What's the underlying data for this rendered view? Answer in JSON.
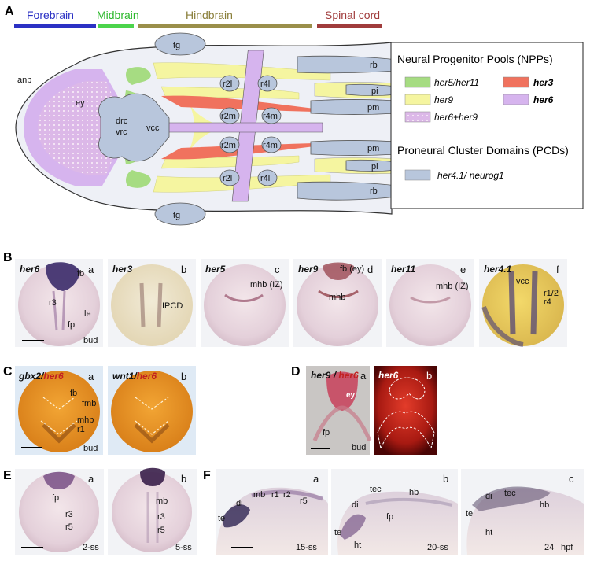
{
  "panel_A": {
    "letter": "A",
    "regions": [
      {
        "label": "Forebrain",
        "color": "#2b31c4"
      },
      {
        "label": "Midbrain",
        "color": "#4cd44c"
      },
      {
        "label": "Hindbrain",
        "color": "#9a8f4a"
      },
      {
        "label": "Spinal cord",
        "color": "#a03c3c"
      }
    ],
    "labels": {
      "anb": "anb",
      "ey": "ey",
      "drc": "drc",
      "vrc": "vrc",
      "vcc": "vcc",
      "tg": "tg",
      "r2l": "r2l",
      "r4l": "r4l",
      "r2m": "r2m",
      "r4m": "r4m",
      "rb": "rb",
      "pi": "pi",
      "pm": "pm"
    },
    "legend": {
      "npp_title": "Neural Progenitor Pools (NPPs)",
      "npp_items": [
        {
          "label": "her5/her11",
          "color": "#a6dc82"
        },
        {
          "label": "her3",
          "color": "#f0725e"
        },
        {
          "label": "her9",
          "color": "#f5f5a0"
        },
        {
          "label": "her6",
          "color": "#d6b4ee"
        },
        {
          "label": "her6+her9",
          "color": "#e8cde8"
        }
      ],
      "pcd_title": "Proneural Cluster Domains (PCDs)",
      "pcd_items": [
        {
          "label": "her4.1/ neurog1",
          "color": "#b8c6dc"
        }
      ]
    }
  },
  "panel_B": {
    "letter": "B",
    "subpanels": [
      {
        "gene": "her6",
        "sub": "a",
        "annots": [
          "fb",
          "r3",
          "le",
          "fp",
          "bud"
        ]
      },
      {
        "gene": "her3",
        "sub": "b",
        "annots": [
          "IPCD"
        ]
      },
      {
        "gene": "her5",
        "sub": "c",
        "annots": [
          "mhb (IZ)"
        ]
      },
      {
        "gene": "her9",
        "sub": "d",
        "annots": [
          "fb (ey)",
          "mhb"
        ]
      },
      {
        "gene": "her11",
        "sub": "e",
        "annots": [
          "mhb (IZ)"
        ]
      },
      {
        "gene": "her4.1",
        "sub": "f",
        "annots": [
          "vcc",
          "r1/2",
          "r4"
        ]
      }
    ]
  },
  "panel_C": {
    "letter": "C",
    "subpanels": [
      {
        "gene1": "gbx2",
        "sep": "/",
        "gene2": "her6",
        "sub": "a",
        "annots": [
          "fb",
          "fmb",
          "mhb",
          "r1",
          "bud"
        ]
      },
      {
        "gene1": "wnt1",
        "sep": "/",
        "gene2": "her6",
        "sub": "b",
        "annots": []
      }
    ]
  },
  "panel_D": {
    "letter": "D",
    "subpanels": [
      {
        "gene1": "her9",
        "sep": " / ",
        "gene2": "her6",
        "sub": "a",
        "annots": [
          "ey",
          "fp",
          "bud"
        ]
      },
      {
        "gene": "her6",
        "sub": "b"
      }
    ]
  },
  "panel_E": {
    "letter": "E",
    "subpanels": [
      {
        "sub": "a",
        "annots": [
          "fp",
          "r3",
          "r5",
          "2-ss"
        ]
      },
      {
        "sub": "b",
        "annots": [
          "mb",
          "r3",
          "r5",
          "5-ss"
        ]
      }
    ]
  },
  "panel_F": {
    "letter": "F",
    "subpanels": [
      {
        "sub": "a",
        "annots": [
          "di",
          "mb",
          "r1",
          "r2",
          "r5",
          "te",
          "15-ss"
        ]
      },
      {
        "sub": "b",
        "annots": [
          "tec",
          "hb",
          "di",
          "fp",
          "te",
          "ht",
          "20-ss"
        ]
      },
      {
        "sub": "c",
        "annots": [
          "di",
          "tec",
          "hb",
          "te",
          "ht",
          "24",
          "hpf"
        ]
      }
    ]
  }
}
